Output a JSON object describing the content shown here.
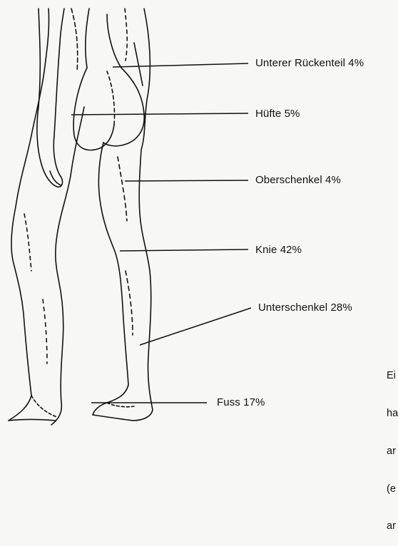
{
  "callouts": [
    {
      "key": "lower-back",
      "label": "Unterer Rückenteil 4%"
    },
    {
      "key": "hip",
      "label": "Hüfte 5%"
    },
    {
      "key": "thigh",
      "label": "Oberschenkel 4%"
    },
    {
      "key": "knee",
      "label": "Knie 42%"
    },
    {
      "key": "lower-leg",
      "label": "Unterschenkel 28%"
    },
    {
      "key": "foot",
      "label": "Fuss 17%"
    }
  ],
  "side_note": {
    "lines": [
      "Ei",
      "ha",
      "ar",
      "(e",
      "ar"
    ]
  },
  "colors": {
    "ink": "#111111",
    "paper": "#f7f7f5"
  },
  "illustration": {
    "subject": "line drawing of legs and lower back, rear-side view",
    "icon": "human-legs-illustration"
  }
}
